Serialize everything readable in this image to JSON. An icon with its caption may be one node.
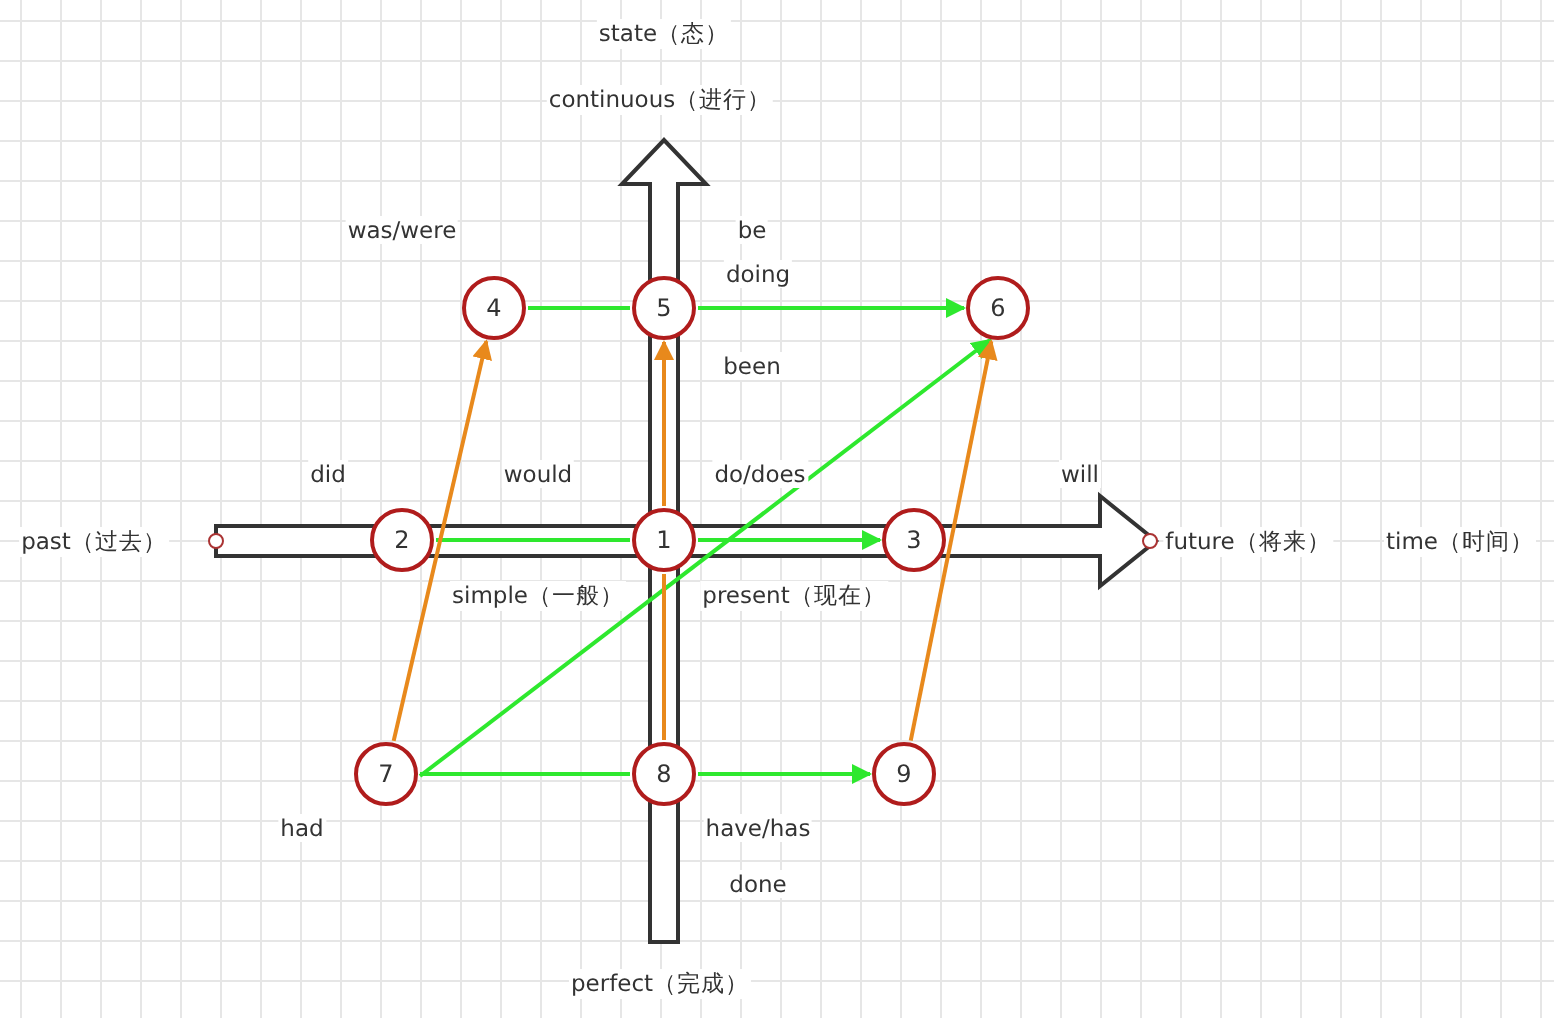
{
  "diagram": {
    "nodes": [
      {
        "text": [
          "1"
        ],
        "beside": [
          "do/does"
        ]
      },
      {
        "text": [
          "2"
        ]
      },
      {
        "text": [
          "3"
        ]
      },
      {
        "text": [
          "4"
        ],
        "beside": [
          "was/were"
        ]
      },
      {
        "text": [
          "5"
        ],
        "beside": [
          "doing"
        ]
      },
      {
        "text": [
          "6"
        ]
      },
      {
        "text": [
          "7"
        ]
      },
      {
        "text": [
          "8"
        ],
        "beside": [
          "have/has"
        ]
      },
      {
        "text": [
          "9"
        ]
      }
    ],
    "edges": [
      {
        "from": 3,
        "to": 4,
        "arrow": "none"
      },
      {
        "from": 4,
        "to": 5,
        "arrow": "to"
      },
      {
        "from": 1,
        "to": 0,
        "arrow": "none"
      },
      {
        "from": 0,
        "to": 2,
        "arrow": "to"
      },
      {
        "from": 6,
        "to": 7,
        "arrow": "none"
      },
      {
        "from": 7,
        "to": 8,
        "arrow": "to"
      },
      {
        "from": 6,
        "to": 5,
        "arrow": "to"
      },
      {
        "from": 6,
        "to": 3,
        "arrow": "to",
        "color": "#e8891c"
      },
      {
        "from": 8,
        "to": 5,
        "arrow": "to",
        "color": "#e8891c"
      },
      {
        "from": 7,
        "to": 0,
        "arrow": "none",
        "color": "#e8891c"
      },
      {
        "from": 0,
        "to": 4,
        "arrow": "to",
        "color": "#e8891c"
      }
    ],
    "labels": [
      "state（态）",
      "continuous（进行）",
      "be",
      "been",
      "did",
      "would",
      "will",
      "past（过去）",
      "future（将来）",
      "time（时间）",
      "simple（一般）",
      "present（现在）",
      "had",
      "done",
      "perfect（完成）"
    ]
  }
}
